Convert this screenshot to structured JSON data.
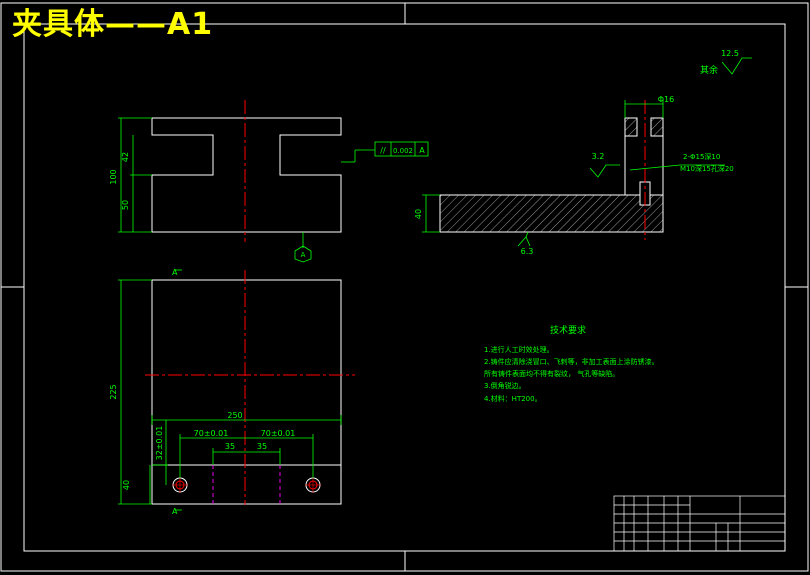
{
  "drawing_title": "夹具体——A1",
  "colors": {
    "background": "#000000",
    "outline": "#ffffff",
    "dimension": "#00ff00",
    "centerline": "#ff0000",
    "hidden": "#ff00ff",
    "title": "#ffff00"
  },
  "front_view": {
    "dim_total_height": "100",
    "dim_upper": "42",
    "dim_lower": "50",
    "tolerance_frame": [
      "//",
      "0.002",
      "A"
    ],
    "datum_label": "A"
  },
  "section_view": {
    "hole_dia": "Φ16",
    "hole_note": "2-Φ15深10",
    "thread_note": "M10深15孔深20",
    "roughness_top": "3.2",
    "roughness_bottom": "6.3",
    "dim_height": "40"
  },
  "general_roughness": {
    "value": "12.5",
    "label": "其余"
  },
  "plan_view": {
    "section_marker": "A",
    "dim_depth": "225",
    "dim_width": "250",
    "dim_left": "70±0.01",
    "dim_right": "70±0.01",
    "dim_inner_left": "35",
    "dim_inner_right": "35",
    "dim_y": "32±0.01",
    "dim_bottom": "40"
  },
  "technical_requirements": {
    "heading": "技术要求",
    "items": [
      "1.进行人工时效处理。",
      "2.铸件应清除浇冒口、飞刺等，非加工表面上涂防锈漆。",
      "所有铸件表面均不得有裂纹，  气孔等缺陷。",
      "3.倒角锐边。",
      "4.材料：HT200。"
    ]
  }
}
